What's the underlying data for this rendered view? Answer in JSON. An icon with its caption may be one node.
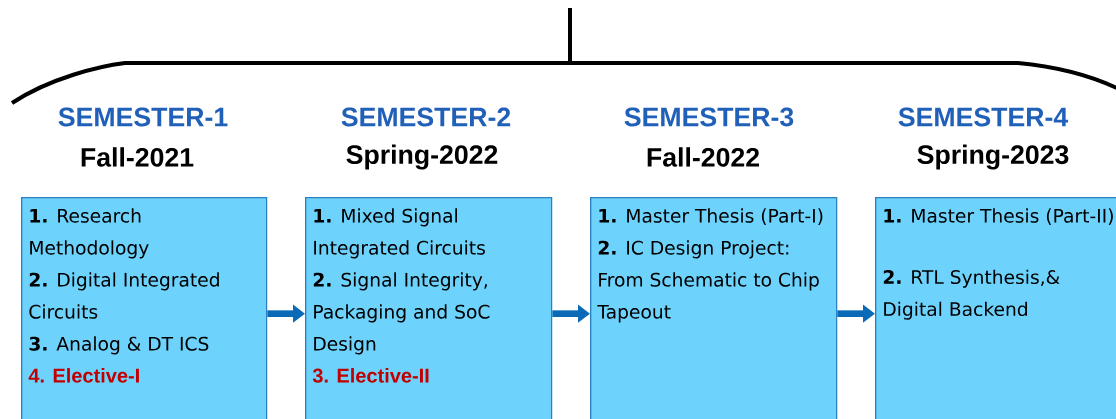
{
  "diagram": {
    "nodes": [
      {
        "text": [
          "SEMESTER-1",
          "Fall-2021",
          "**1.** Research Methodology",
          "**2.** Digital Integrated Circuits",
          "**3.** Analog & DT ICS",
          "4. Elective-I"
        ]
      },
      {
        "text": [
          "SEMESTER-2",
          "Spring-2022",
          "**1.** Mixed Signal Integrated Circuits",
          "**2.** Signal Integrity, Packaging and SoC Design",
          "3. Elective-II"
        ]
      },
      {
        "text": [
          "SEMESTER-3",
          "Fall-2022",
          "**1.** Master Thesis (Part-I)",
          "**2.** IC Design Project: From Schematic to Chip Tapeout"
        ]
      },
      {
        "text": [
          "SEMESTER-4",
          "Spring-2023",
          "**1.** Master Thesis (Part-II)",
          "**2.** RTL Synthesis,& Digital Backend"
        ]
      }
    ],
    "edges": [
      {
        "from": 0,
        "to": 1,
        "arrow": "to"
      },
      {
        "from": 1,
        "to": 2,
        "arrow": "to"
      },
      {
        "from": 2,
        "to": 3,
        "arrow": "to"
      }
    ]
  }
}
